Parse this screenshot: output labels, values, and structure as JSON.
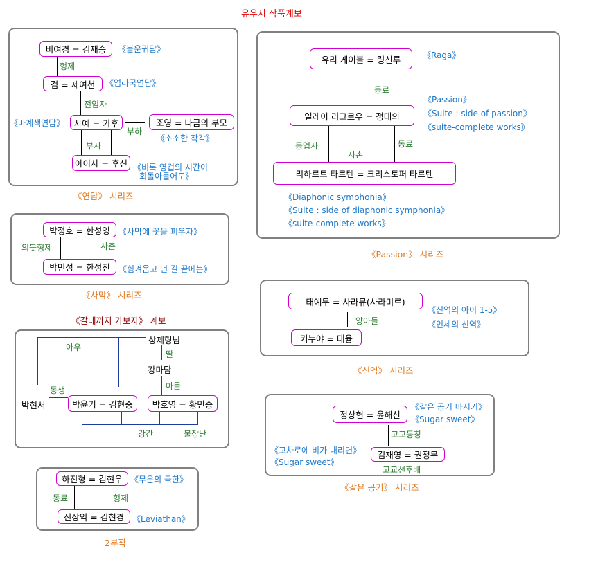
{
  "title": "유우지 작품계보",
  "yeondam": {
    "n1": "비여경 = 김재승",
    "w1": "《불운귀담》",
    "r1": "형제",
    "n2": "겸 = 제여천",
    "w2": "《염라국연담》",
    "r2": "전임자",
    "w3": "《마계색연담》",
    "n3": "사예 = 가후",
    "r3": "부하",
    "n4": "조영 = 나금의 부모",
    "w4": "《소소한 착각》",
    "r4": "부자",
    "n5": "아이사 = 후신",
    "w5a": "《비록 영겁의 시간이",
    "w5b": "회돌아들어도》",
    "series": "《연담》 시리즈"
  },
  "samak": {
    "n1": "박정호 = 한성영",
    "w1": "《사막에 꽃을 피우자》",
    "r1": "의붓형제",
    "r2": "사촌",
    "n2": "박민성 = 한성진",
    "w2": "《힘겨웁고 먼 길 끝에는》",
    "series": "《사막》 시리즈"
  },
  "galdeggaji": {
    "title": "《갈데까지 가보자》 계보",
    "top": "상제형님",
    "r_ahu": "아우",
    "r_ddal": "딸",
    "mid": "강마담",
    "r_adeul": "아들",
    "r_dongsaeng": "동생",
    "left": "박현서",
    "n1": "박윤기 = 김현중",
    "n2": "박호영 = 황민종",
    "r_gangan": "강간",
    "r_bul": "불장난"
  },
  "second": {
    "n1": "하진형 = 김현우",
    "w1": "《무운의 극한》",
    "r1": "동료",
    "r2": "형제",
    "n2": "신상익 = 김현경",
    "w2": "《Leviathan》",
    "series": "2부작"
  },
  "passion": {
    "n1": "유리 게이블 = 링신루",
    "w1": "《Raga》",
    "r1": "동료",
    "w2": "《Passion》",
    "n2": "일레이 리그로우 = 정태의",
    "w3": "《Suite : side of passion》",
    "w4": "《suite-complete works》",
    "r2": "동업자",
    "r3": "사촌",
    "r4": "동료",
    "n3": "리하르트 타르텐 = 크리스토퍼 타르텐",
    "w5": "《Diaphonic symphonia》",
    "w6": "《Suite : side of diaphonic symphonia》",
    "w7": "《suite-complete works》",
    "series": "《Passion》 시리즈"
  },
  "sinyeok": {
    "n1": "태예무 = 사라뮤(사라미르)",
    "w1": "《신역의 아이 1-5》",
    "w2": "《인세의 신역》",
    "r1": "양아들",
    "n2": "키누야 = 태융",
    "series": "《신역》 시리즈"
  },
  "gongi": {
    "n1": "정상헌 = 윤해신",
    "w1": "《같은 공기 마시기》",
    "w2": "《Sugar sweet》",
    "r1": "고교동창",
    "w3": "《교차로에 비가 내리면》",
    "w4": "《Sugar sweet》",
    "n2": "김재영 = 권정무",
    "r2": "고교선후배",
    "series": "《같은 공기》 시리즈"
  },
  "colors": {
    "title": "#e00000",
    "node_border": "#d000d0",
    "work": "#1e78c8",
    "relation": "#2e7d32",
    "series": "#e0781e",
    "panel_border": "#808080",
    "galde_lines": "#1e3ca0"
  }
}
